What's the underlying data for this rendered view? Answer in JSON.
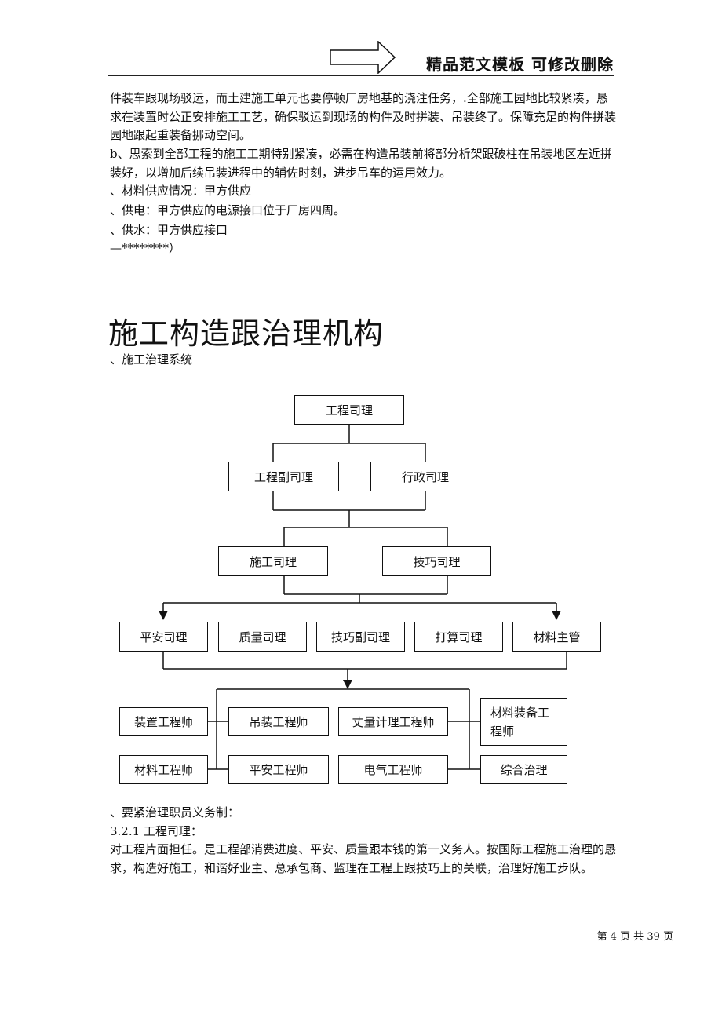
{
  "header": {
    "title": "精品范文模板  可修改删除"
  },
  "intro_paragraphs": [
    "件装车跟现场驳运，而土建施工单元也要停顿厂房地基的浇注任务，.全部施工园地比较紧凑，恳求在装置时公正安排施工工艺，确保驳运到现场的构件及时拼装、吊装终了。保障充足的构件拼装园地跟起重装备挪动空间。",
    "b、思索到全部工程的施工工期特别紧凑，必需在构造吊装前将部分析架跟破柱在吊装地区左近拼装好，以增加后续吊装进程中的辅佐时刻，进步吊车的运用效力。"
  ],
  "supply_lines": [
    "、材料供应情况：甲方供应",
    "、供电：甲方供应的电源接口位于厂房四周。",
    "、供水：甲方供应接口",
    "—********）"
  ],
  "section_heading": "施工构造跟治理机构",
  "subsection_label": "、施工治理系统",
  "org_chart": {
    "level1": "工程司理",
    "level2": [
      "工程副司理",
      "行政司理"
    ],
    "level3": [
      "施工司理",
      "技巧司理"
    ],
    "level4": [
      "平安司理",
      "质量司理",
      "技巧副司理",
      "打算司理",
      "材料主管"
    ],
    "level5_row1": [
      "装置工程师",
      "吊装工程师",
      "丈量计理工程师",
      "材料装备工程师"
    ],
    "level5_row2": [
      "材料工程师",
      "平安工程师",
      "电气工程师",
      "综合治理"
    ]
  },
  "duties": {
    "label": "、要紧治理职员义务制：",
    "item_title": "3.2.1 工程司理：",
    "item_body": "对工程片面担任。是工程部消费进度、平安、质量跟本钱的第一义务人。按国际工程施工治理的恳求，构造好施工，和谐好业主、总承包商、监理在工程上跟技巧上的关联，治理好施工步队。"
  },
  "footer": {
    "page_text": "第 4 页 共 39 页"
  }
}
